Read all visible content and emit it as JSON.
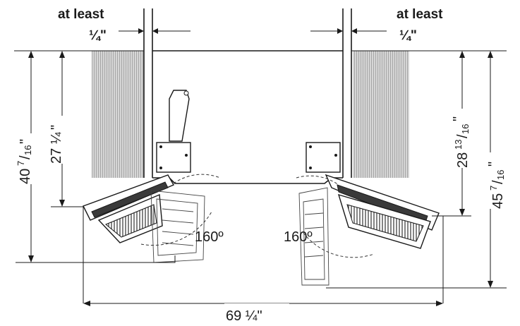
{
  "left_clearance": {
    "line1": "at least",
    "line2": "¼\""
  },
  "right_clearance": {
    "line1": "at least",
    "line2": "¼\""
  },
  "dim_left_outer": {
    "whole": "40",
    "num": "7",
    "den": "16",
    "unit": "\""
  },
  "dim_left_inner": {
    "whole": "27",
    "frac": "¼",
    "unit": "\""
  },
  "dim_right_inner": {
    "whole": "28",
    "num": "13",
    "den": "16",
    "unit": "\""
  },
  "dim_right_outer": {
    "whole": "45",
    "num": "7",
    "den": "16",
    "unit": "\""
  },
  "dim_width": {
    "value": "69 ¼\""
  },
  "angle_left": {
    "value": "160º"
  },
  "angle_right": {
    "value": "160º"
  },
  "colors": {
    "ink": "#1a1a1a",
    "cabinet_hatch": "#c9c9c9",
    "panel_dark": "#3a3a3a"
  }
}
